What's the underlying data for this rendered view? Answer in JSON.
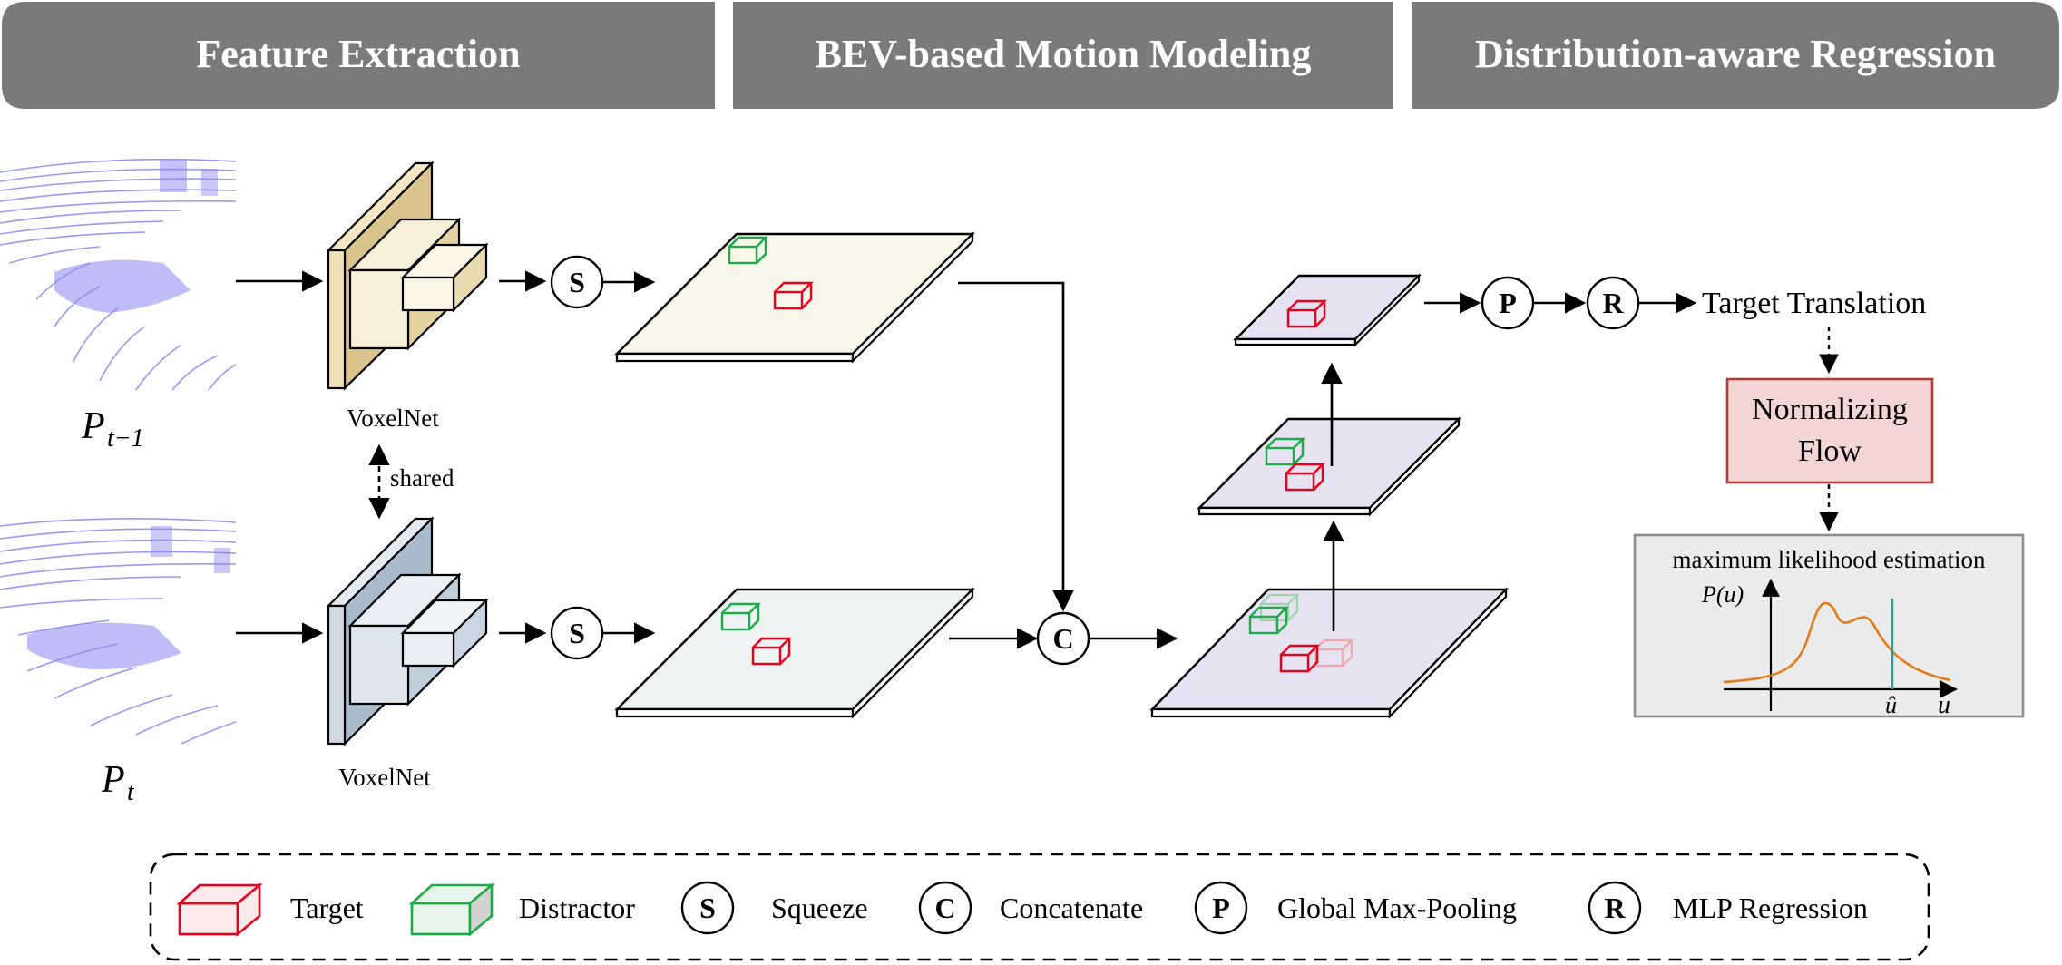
{
  "headers": {
    "stage1": "Feature Extraction",
    "stage2": "BEV-based Motion Modeling",
    "stage3": "Distribution-aware Regression"
  },
  "inputs": {
    "prev_main": "P",
    "prev_sub": "t−1",
    "curr_main": "P",
    "curr_sub": "t"
  },
  "backbone": {
    "top_label": "VoxelNet",
    "bottom_label": "VoxelNet",
    "shared_label": "shared"
  },
  "ops": {
    "squeeze": "S",
    "concat": "C",
    "pool": "P",
    "regress": "R"
  },
  "output": {
    "target_translation": "Target Translation",
    "flow_line1": "Normalizing",
    "flow_line2": "Flow",
    "mle_title": "maximum likelihood estimation",
    "py_label": "P(u)",
    "uhat_label": "û",
    "u_label": "u"
  },
  "legend": {
    "target": "Target",
    "distractor": "Distractor",
    "squeeze_sym": "S",
    "squeeze": "Squeeze",
    "concat_sym": "C",
    "concat": "Concatenate",
    "pool_sym": "P",
    "pool": "Global Max-Pooling",
    "regress_sym": "R",
    "regress": "MLP Regression"
  },
  "colors": {
    "header_bg": "#7a7a7a",
    "target": "#e8001c",
    "distractor": "#1faa4a",
    "pointcloud": "#8a86f0",
    "voxel_top": "#efe0b5",
    "voxel_bottom": "#cfd9e4",
    "bev_top": "#f7f6e8",
    "bev_bottom": "#eef3f3",
    "bev_fused": "#e6e2f2",
    "flow_box": "#f3d5d4",
    "flow_border": "#b33a36",
    "mle_bg": "#ebebeb",
    "curve": "#e07c1a",
    "uhat_line": "#2f9a9a"
  }
}
